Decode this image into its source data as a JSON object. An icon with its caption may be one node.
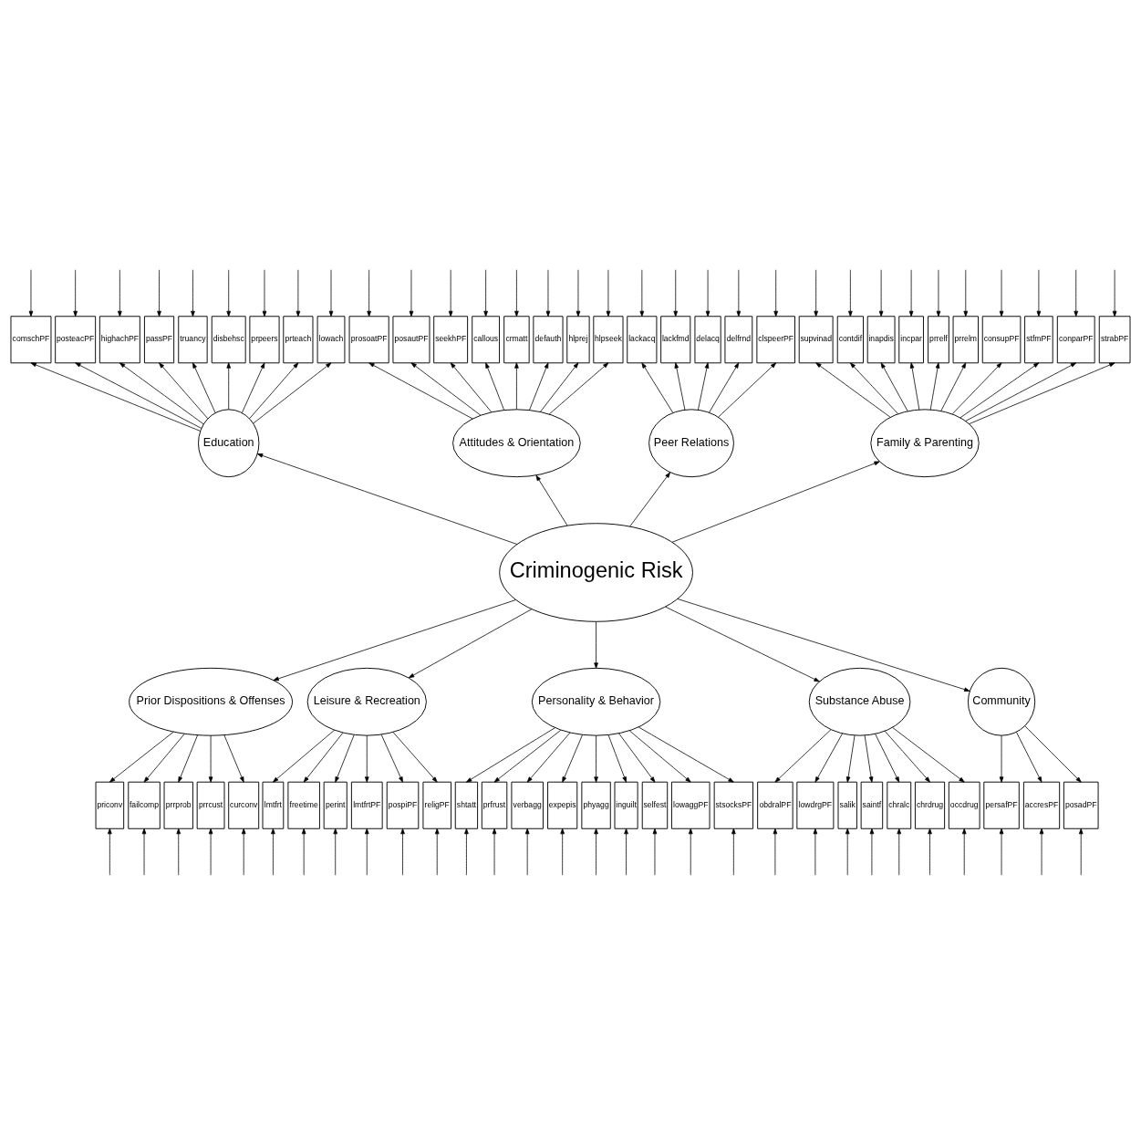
{
  "diagram": {
    "nodes": [
      {
        "text": [
          "comschPF"
        ]
      },
      {
        "text": [
          "posteacPF"
        ]
      },
      {
        "text": [
          "highachPF"
        ]
      },
      {
        "text": [
          "passPF"
        ]
      },
      {
        "text": [
          "truancy"
        ]
      },
      {
        "text": [
          "disbehsc"
        ]
      },
      {
        "text": [
          "prpeers"
        ]
      },
      {
        "text": [
          "prteach"
        ]
      },
      {
        "text": [
          "lowach"
        ]
      },
      {
        "text": [
          "prosoatPF"
        ]
      },
      {
        "text": [
          "posautPF"
        ]
      },
      {
        "text": [
          "seekhPF"
        ]
      },
      {
        "text": [
          "callous"
        ]
      },
      {
        "text": [
          "crmatt"
        ]
      },
      {
        "text": [
          "defauth"
        ]
      },
      {
        "text": [
          "hlprej"
        ]
      },
      {
        "text": [
          "hlpseek"
        ]
      },
      {
        "text": [
          "lackacq"
        ]
      },
      {
        "text": [
          "lackfmd"
        ]
      },
      {
        "text": [
          "delacq"
        ]
      },
      {
        "text": [
          "delfrnd"
        ]
      },
      {
        "text": [
          "clspeerPF"
        ]
      },
      {
        "text": [
          "supvinad"
        ]
      },
      {
        "text": [
          "contdif"
        ]
      },
      {
        "text": [
          "inapdis"
        ]
      },
      {
        "text": [
          "incpar"
        ]
      },
      {
        "text": [
          "prrelf"
        ]
      },
      {
        "text": [
          "prrelm"
        ]
      },
      {
        "text": [
          "consupPF"
        ]
      },
      {
        "text": [
          "stfmPF"
        ]
      },
      {
        "text": [
          "conparPF"
        ]
      },
      {
        "text": [
          "strabPF"
        ]
      },
      {
        "text": [
          "Education"
        ]
      },
      {
        "text": [
          "Attitudes & Orientation"
        ]
      },
      {
        "text": [
          "Peer Relations"
        ]
      },
      {
        "text": [
          "Family & Parenting"
        ]
      },
      {
        "text": [
          "Criminogenic Risk"
        ]
      },
      {
        "text": [
          "Prior Dispositions & Offenses"
        ]
      },
      {
        "text": [
          "Leisure & Recreation"
        ]
      },
      {
        "text": [
          "Personality & Behavior"
        ]
      },
      {
        "text": [
          "Substance Abuse"
        ]
      },
      {
        "text": [
          "Community"
        ]
      },
      {
        "text": [
          "priconv"
        ]
      },
      {
        "text": [
          "failcomp"
        ]
      },
      {
        "text": [
          "prrprob"
        ]
      },
      {
        "text": [
          "prrcust"
        ]
      },
      {
        "text": [
          "curconv"
        ]
      },
      {
        "text": [
          "lmtfrt"
        ]
      },
      {
        "text": [
          "freetime"
        ]
      },
      {
        "text": [
          "perint"
        ]
      },
      {
        "text": [
          "lmtfrtPF"
        ]
      },
      {
        "text": [
          "pospiPF"
        ]
      },
      {
        "text": [
          "religPF"
        ]
      },
      {
        "text": [
          "shtatt"
        ]
      },
      {
        "text": [
          "prfrust"
        ]
      },
      {
        "text": [
          "verbagg"
        ]
      },
      {
        "text": [
          "expepis"
        ]
      },
      {
        "text": [
          "phyagg"
        ]
      },
      {
        "text": [
          "inguilt"
        ]
      },
      {
        "text": [
          "selfest"
        ]
      },
      {
        "text": [
          "lowaggPF"
        ]
      },
      {
        "text": [
          "stsocksPF"
        ]
      },
      {
        "text": [
          "obdralPF"
        ]
      },
      {
        "text": [
          "lowdrgPF"
        ]
      },
      {
        "text": [
          "salik"
        ]
      },
      {
        "text": [
          "saintf"
        ]
      },
      {
        "text": [
          "chralc"
        ]
      },
      {
        "text": [
          "chrdrug"
        ]
      },
      {
        "text": [
          "occdrug"
        ]
      },
      {
        "text": [
          "persafPF"
        ]
      },
      {
        "text": [
          "accresPF"
        ]
      },
      {
        "text": [
          "posadPF"
        ]
      }
    ],
    "edges": [
      {
        "from": null,
        "to": 0,
        "arrow": "to"
      },
      {
        "from": null,
        "to": 1,
        "arrow": "to"
      },
      {
        "from": null,
        "to": 2,
        "arrow": "to"
      },
      {
        "from": null,
        "to": 3,
        "arrow": "to"
      },
      {
        "from": null,
        "to": 4,
        "arrow": "to"
      },
      {
        "from": null,
        "to": 5,
        "arrow": "to"
      },
      {
        "from": null,
        "to": 6,
        "arrow": "to"
      },
      {
        "from": null,
        "to": 7,
        "arrow": "to"
      },
      {
        "from": null,
        "to": 8,
        "arrow": "to"
      },
      {
        "from": null,
        "to": 9,
        "arrow": "to"
      },
      {
        "from": null,
        "to": 10,
        "arrow": "to"
      },
      {
        "from": null,
        "to": 11,
        "arrow": "to"
      },
      {
        "from": null,
        "to": 12,
        "arrow": "to"
      },
      {
        "from": null,
        "to": 13,
        "arrow": "to"
      },
      {
        "from": null,
        "to": 14,
        "arrow": "to"
      },
      {
        "from": null,
        "to": 15,
        "arrow": "to"
      },
      {
        "from": null,
        "to": 16,
        "arrow": "to"
      },
      {
        "from": null,
        "to": 17,
        "arrow": "to"
      },
      {
        "from": null,
        "to": 18,
        "arrow": "to"
      },
      {
        "from": null,
        "to": 19,
        "arrow": "to"
      },
      {
        "from": null,
        "to": 20,
        "arrow": "to"
      },
      {
        "from": null,
        "to": 21,
        "arrow": "to"
      },
      {
        "from": null,
        "to": 22,
        "arrow": "to"
      },
      {
        "from": null,
        "to": 23,
        "arrow": "to"
      },
      {
        "from": null,
        "to": 24,
        "arrow": "to"
      },
      {
        "from": null,
        "to": 25,
        "arrow": "to"
      },
      {
        "from": null,
        "to": 26,
        "arrow": "to"
      },
      {
        "from": null,
        "to": 27,
        "arrow": "to"
      },
      {
        "from": null,
        "to": 28,
        "arrow": "to"
      },
      {
        "from": null,
        "to": 29,
        "arrow": "to"
      },
      {
        "from": null,
        "to": 30,
        "arrow": "to"
      },
      {
        "from": null,
        "to": 31,
        "arrow": "to"
      },
      {
        "from": 32,
        "to": 0,
        "arrow": "to"
      },
      {
        "from": 32,
        "to": 1,
        "arrow": "to"
      },
      {
        "from": 32,
        "to": 2,
        "arrow": "to"
      },
      {
        "from": 32,
        "to": 3,
        "arrow": "to"
      },
      {
        "from": 32,
        "to": 4,
        "arrow": "to"
      },
      {
        "from": 32,
        "to": 5,
        "arrow": "to"
      },
      {
        "from": 32,
        "to": 6,
        "arrow": "to"
      },
      {
        "from": 32,
        "to": 7,
        "arrow": "to"
      },
      {
        "from": 32,
        "to": 8,
        "arrow": "to"
      },
      {
        "from": 33,
        "to": 9,
        "arrow": "to"
      },
      {
        "from": 33,
        "to": 10,
        "arrow": "to"
      },
      {
        "from": 33,
        "to": 11,
        "arrow": "to"
      },
      {
        "from": 33,
        "to": 12,
        "arrow": "to"
      },
      {
        "from": 33,
        "to": 13,
        "arrow": "to"
      },
      {
        "from": 33,
        "to": 14,
        "arrow": "to"
      },
      {
        "from": 33,
        "to": 15,
        "arrow": "to"
      },
      {
        "from": 33,
        "to": 16,
        "arrow": "to"
      },
      {
        "from": 34,
        "to": 17,
        "arrow": "to"
      },
      {
        "from": 34,
        "to": 18,
        "arrow": "to"
      },
      {
        "from": 34,
        "to": 19,
        "arrow": "to"
      },
      {
        "from": 34,
        "to": 20,
        "arrow": "to"
      },
      {
        "from": 34,
        "to": 21,
        "arrow": "to"
      },
      {
        "from": 35,
        "to": 22,
        "arrow": "to"
      },
      {
        "from": 35,
        "to": 23,
        "arrow": "to"
      },
      {
        "from": 35,
        "to": 24,
        "arrow": "to"
      },
      {
        "from": 35,
        "to": 25,
        "arrow": "to"
      },
      {
        "from": 35,
        "to": 26,
        "arrow": "to"
      },
      {
        "from": 35,
        "to": 27,
        "arrow": "to"
      },
      {
        "from": 35,
        "to": 28,
        "arrow": "to"
      },
      {
        "from": 35,
        "to": 29,
        "arrow": "to"
      },
      {
        "from": 35,
        "to": 30,
        "arrow": "to"
      },
      {
        "from": 35,
        "to": 31,
        "arrow": "to"
      },
      {
        "from": 36,
        "to": 32,
        "arrow": "to"
      },
      {
        "from": 36,
        "to": 33,
        "arrow": "to"
      },
      {
        "from": 36,
        "to": 34,
        "arrow": "to"
      },
      {
        "from": 36,
        "to": 35,
        "arrow": "to"
      },
      {
        "from": 36,
        "to": 37,
        "arrow": "to"
      },
      {
        "from": 36,
        "to": 38,
        "arrow": "to"
      },
      {
        "from": 36,
        "to": 39,
        "arrow": "to"
      },
      {
        "from": 36,
        "to": 40,
        "arrow": "to"
      },
      {
        "from": 36,
        "to": 41,
        "arrow": "to"
      },
      {
        "from": 37,
        "to": 42,
        "arrow": "to"
      },
      {
        "from": 37,
        "to": 43,
        "arrow": "to"
      },
      {
        "from": 37,
        "to": 44,
        "arrow": "to"
      },
      {
        "from": 37,
        "to": 45,
        "arrow": "to"
      },
      {
        "from": 37,
        "to": 46,
        "arrow": "to"
      },
      {
        "from": 38,
        "to": 47,
        "arrow": "to"
      },
      {
        "from": 38,
        "to": 48,
        "arrow": "to"
      },
      {
        "from": 38,
        "to": 49,
        "arrow": "to"
      },
      {
        "from": 38,
        "to": 50,
        "arrow": "to"
      },
      {
        "from": 38,
        "to": 51,
        "arrow": "to"
      },
      {
        "from": 38,
        "to": 52,
        "arrow": "to"
      },
      {
        "from": 39,
        "to": 53,
        "arrow": "to"
      },
      {
        "from": 39,
        "to": 54,
        "arrow": "to"
      },
      {
        "from": 39,
        "to": 55,
        "arrow": "to"
      },
      {
        "from": 39,
        "to": 56,
        "arrow": "to"
      },
      {
        "from": 39,
        "to": 57,
        "arrow": "to"
      },
      {
        "from": 39,
        "to": 58,
        "arrow": "to"
      },
      {
        "from": 39,
        "to": 59,
        "arrow": "to"
      },
      {
        "from": 39,
        "to": 60,
        "arrow": "to"
      },
      {
        "from": 39,
        "to": 61,
        "arrow": "to"
      },
      {
        "from": 40,
        "to": 62,
        "arrow": "to"
      },
      {
        "from": 40,
        "to": 63,
        "arrow": "to"
      },
      {
        "from": 40,
        "to": 64,
        "arrow": "to"
      },
      {
        "from": 40,
        "to": 65,
        "arrow": "to"
      },
      {
        "from": 40,
        "to": 66,
        "arrow": "to"
      },
      {
        "from": 40,
        "to": 67,
        "arrow": "to"
      },
      {
        "from": 40,
        "to": 68,
        "arrow": "to"
      },
      {
        "from": 41,
        "to": 69,
        "arrow": "to"
      },
      {
        "from": 41,
        "to": 70,
        "arrow": "to"
      },
      {
        "from": 41,
        "to": 71,
        "arrow": "to"
      },
      {
        "from": null,
        "to": 42,
        "arrow": "to"
      },
      {
        "from": null,
        "to": 43,
        "arrow": "to"
      },
      {
        "from": null,
        "to": 44,
        "arrow": "to"
      },
      {
        "from": null,
        "to": 45,
        "arrow": "to"
      },
      {
        "from": null,
        "to": 46,
        "arrow": "to"
      },
      {
        "from": null,
        "to": 47,
        "arrow": "to"
      },
      {
        "from": null,
        "to": 48,
        "arrow": "to"
      },
      {
        "from": null,
        "to": 49,
        "arrow": "to"
      },
      {
        "from": null,
        "to": 50,
        "arrow": "to"
      },
      {
        "from": null,
        "to": 51,
        "arrow": "to"
      },
      {
        "from": null,
        "to": 52,
        "arrow": "to"
      },
      {
        "from": null,
        "to": 53,
        "arrow": "to"
      },
      {
        "from": null,
        "to": 54,
        "arrow": "to"
      },
      {
        "from": null,
        "to": 55,
        "arrow": "to"
      },
      {
        "from": null,
        "to": 56,
        "arrow": "to"
      },
      {
        "from": null,
        "to": 57,
        "arrow": "to"
      },
      {
        "from": null,
        "to": 58,
        "arrow": "to"
      },
      {
        "from": null,
        "to": 59,
        "arrow": "to"
      },
      {
        "from": null,
        "to": 60,
        "arrow": "to"
      },
      {
        "from": null,
        "to": 61,
        "arrow": "to"
      },
      {
        "from": null,
        "to": 62,
        "arrow": "to"
      },
      {
        "from": null,
        "to": 63,
        "arrow": "to"
      },
      {
        "from": null,
        "to": 64,
        "arrow": "to"
      },
      {
        "from": null,
        "to": 65,
        "arrow": "to"
      },
      {
        "from": null,
        "to": 66,
        "arrow": "to"
      },
      {
        "from": null,
        "to": 67,
        "arrow": "to"
      },
      {
        "from": null,
        "to": 68,
        "arrow": "to"
      },
      {
        "from": null,
        "to": 69,
        "arrow": "to"
      },
      {
        "from": null,
        "to": 70,
        "arrow": "to"
      },
      {
        "from": null,
        "to": 71,
        "arrow": "to"
      }
    ]
  }
}
